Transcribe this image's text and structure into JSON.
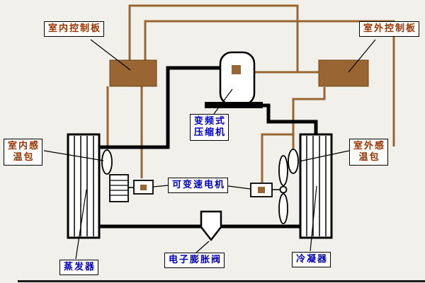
{
  "diagram": {
    "background": "#f1f0ea",
    "colors": {
      "wire_brown": "#996633",
      "pipe_black": "#000000",
      "label_red": "#993300",
      "label_blue": "#0000bb",
      "board_fill": "#996633"
    },
    "labels": {
      "indoor_control_board": "室内控制板",
      "outdoor_control_board": "室外控制板",
      "inverter_compressor_line1": "变频式",
      "inverter_compressor_line2": "压缩机",
      "indoor_sensor_line1": "室内感",
      "indoor_sensor_line2": "温包",
      "outdoor_sensor_line1": "室外感",
      "outdoor_sensor_line2": "温包",
      "variable_speed_motor": "可变速电机",
      "electronic_expansion_valve": "电子膨胀阀",
      "evaporator": "蒸发器",
      "condenser": "冷凝器"
    }
  }
}
